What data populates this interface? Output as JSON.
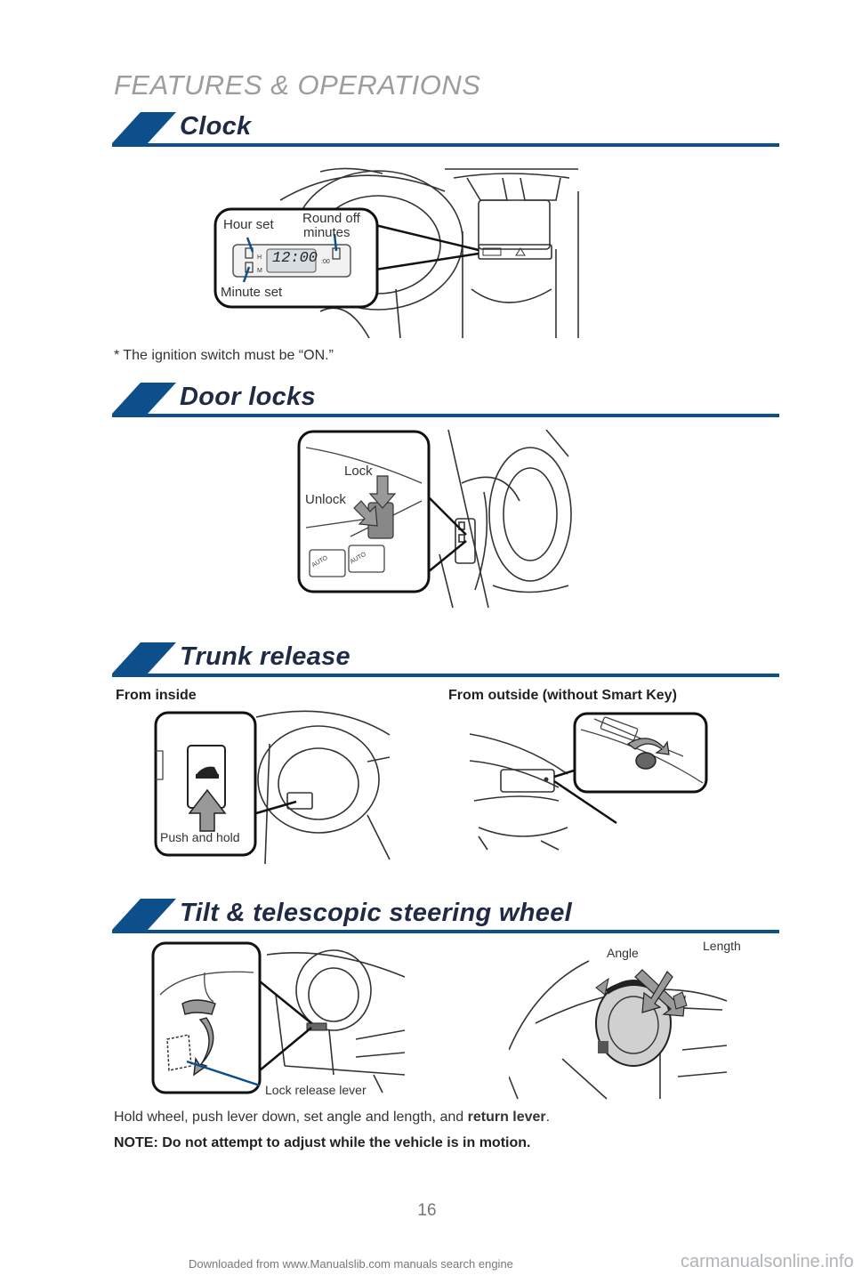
{
  "page": {
    "heading": "FEATURES & OPERATIONS",
    "page_number": "16",
    "footer": "Downloaded from www.Manualslib.com manuals search engine",
    "watermark": "carmanualsonline.info"
  },
  "colors": {
    "accent": "#0d4f8b",
    "heading_gray": "#9a9ea1",
    "title": "#1f2a44"
  },
  "clock": {
    "title": "Clock",
    "labels": {
      "hour_set": "Hour set",
      "round_off": "Round off",
      "minutes": "minutes",
      "minute_set": "Minute set"
    },
    "display_time": "12:00",
    "btn_h": "H",
    "btn_m": "M",
    "btn_round": ":00",
    "note": "* The ignition switch must be “ON.”"
  },
  "door_locks": {
    "title": "Door locks",
    "labels": {
      "lock": "Lock",
      "unlock": "Unlock"
    },
    "switch_auto": "AUTO"
  },
  "trunk": {
    "title": "Trunk release",
    "from_inside": "From inside",
    "from_outside": "From outside (without Smart Key)",
    "push_and_hold": "Push and hold"
  },
  "tilt": {
    "title": "Tilt & telescopic steering wheel",
    "labels": {
      "angle": "Angle",
      "length": "Length",
      "lock_release_lever": "Lock release lever"
    },
    "instruction_pre": "Hold wheel, push lever down, set angle and length, and ",
    "instruction_bold": "return lever",
    "instruction_post": ".",
    "note": "NOTE: Do not attempt to adjust while the vehicle is in motion."
  }
}
